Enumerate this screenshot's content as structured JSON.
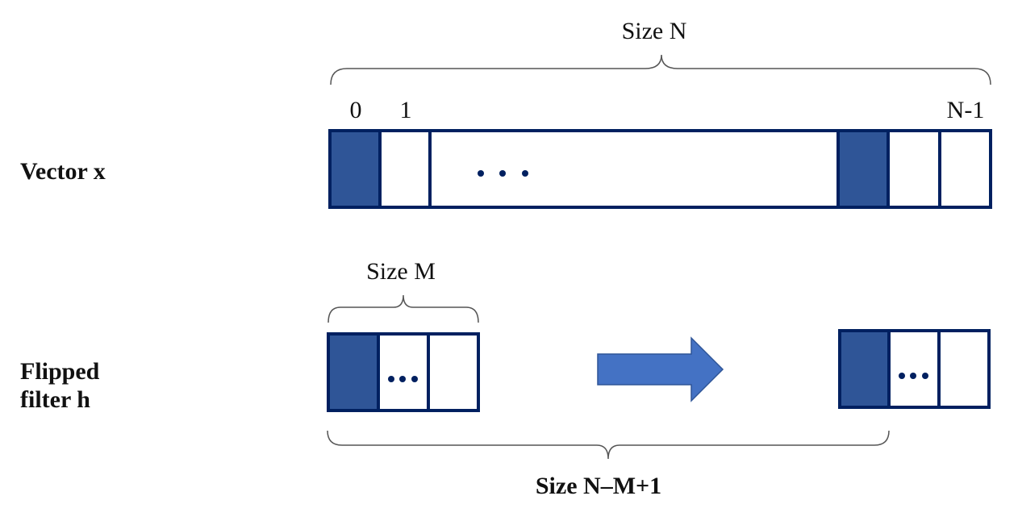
{
  "title_size_n": "Size N",
  "index_labels": {
    "first": "0",
    "second": "1",
    "last": "N-1"
  },
  "vector_label": "Vector x",
  "filter_label": {
    "line1": "Flipped",
    "line2": "filter h"
  },
  "title_size_m": "Size M",
  "title_size_output": "Size N–M+1",
  "colors": {
    "border": "#002060",
    "filled_cell": "#2F5597",
    "arrow": "#4472C4",
    "arrow_stroke": "#2F5597",
    "dots": "#002060"
  }
}
